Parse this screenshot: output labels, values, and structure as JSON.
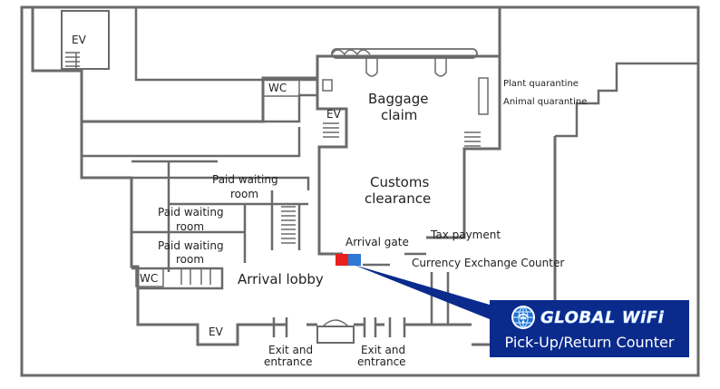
{
  "labels": {
    "ev_top": "EV",
    "wc_upper": "WC",
    "ev_mid": "EV",
    "baggage_line1": "Baggage",
    "baggage_line2": "claim",
    "plant_quarantine": "Plant quarantine",
    "animal_quarantine": "Animal quarantine",
    "customs_line1": "Customs",
    "customs_line2": "clearance",
    "paid_room1_line1": "Paid waiting",
    "paid_room1_line2": "room",
    "paid_room2_line1": "Paid waiting",
    "paid_room2_line2": "room",
    "paid_room3_line1": "Paid waiting",
    "paid_room3_line2": "room",
    "arrival_gate": "Arrival gate",
    "tax_payment": "Tax payment",
    "currency_exchange": "Currency Exchange Counter",
    "wc_lower": "WC",
    "arrival_lobby": "Arrival lobby",
    "ev_bottom": "EV",
    "exit1_line1": "Exit and",
    "exit1_line2": "entrance",
    "exit2_line1": "Exit and",
    "exit2_line2": "entrance"
  },
  "counter": {
    "brand": "GLOBAL WiFi",
    "label": "Pick-Up/Return Counter",
    "icon": "globe-wifi-icon"
  },
  "colors": {
    "marker_red": "#e8201c",
    "marker_blue": "#2f78d4",
    "counter_bg": "#0a2a8c",
    "wall": "#6a6a6a"
  }
}
